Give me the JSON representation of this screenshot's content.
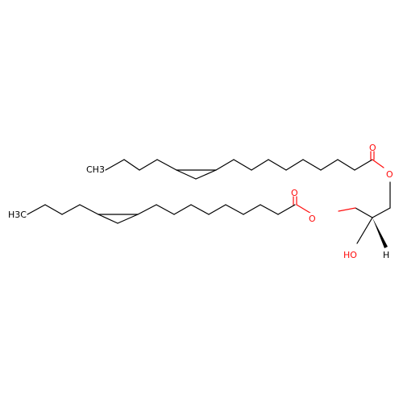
{
  "molecule": {
    "atom_labels": {
      "ester1_carbonyl_o": "O",
      "ester1_ether_o": "O",
      "ester2_carbonyl_o": "O",
      "ester2_ether_o": "O",
      "hydroxyl": "HO",
      "stereo_h": "H",
      "chain1_terminal": "CH3",
      "chain2_terminal": "H3C"
    },
    "colors": {
      "bond": "#000000",
      "oxygen": "#ff0d0d"
    }
  }
}
